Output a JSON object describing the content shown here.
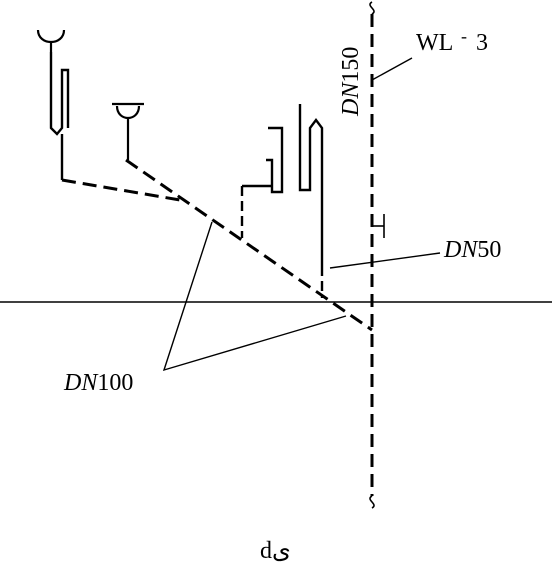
{
  "diagram": {
    "labels": {
      "wl": "WL",
      "wl_sup": "-",
      "wl_num": "3",
      "dn150_prefix": "DN",
      "dn150_num": "150",
      "dn50_prefix": "DN",
      "dn50_num": "50",
      "dn100_prefix": "DN",
      "dn100_num": "100",
      "caption": "dی"
    },
    "colors": {
      "stroke": "#000000",
      "background": "#ffffff"
    }
  }
}
